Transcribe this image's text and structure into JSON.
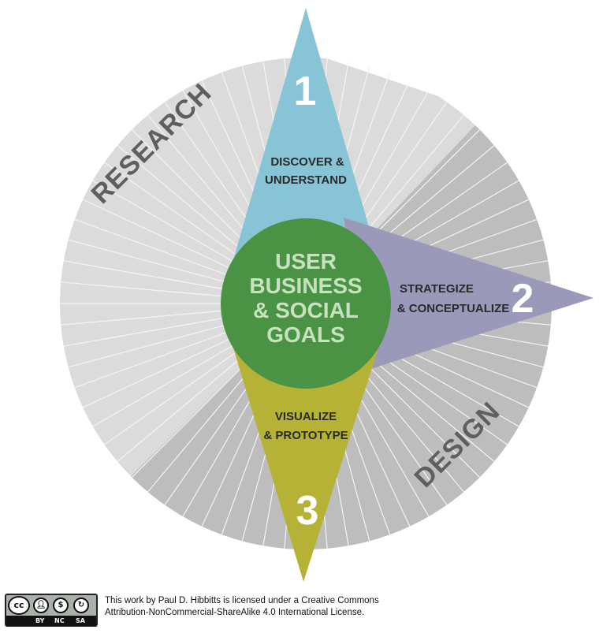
{
  "ring_labels": {
    "research": "RESEARCH",
    "design": "DESIGN"
  },
  "steps": [
    {
      "number": "1",
      "line1": "DISCOVER &",
      "line2": "UNDERSTAND",
      "color": "#86c4d6"
    },
    {
      "number": "2",
      "line1": "STRATEGIZE",
      "line2": "& CONCEPTUALIZE",
      "color": "#9b99b9"
    },
    {
      "number": "3",
      "line1": "VISUALIZE",
      "line2": "& PROTOTYPE",
      "color": "#b5b236"
    }
  ],
  "center": {
    "lines": [
      "USER",
      "BUSINESS",
      "& SOCIAL",
      "GOALS"
    ],
    "color": "#4a9344",
    "text_color": "#c8e2c0"
  },
  "colors": {
    "ring_light": "#dbdbdb",
    "ring_dark": "#bdbdbd",
    "ring_label": "#5f5f5f"
  },
  "license": {
    "badge_labels": [
      "BY",
      "NC",
      "SA"
    ],
    "line1": "This work by Paul D. Hibbitts is licensed under a Creative Commons",
    "line2": "Attribution-NonCommercial-ShareAlike 4.0 International License."
  }
}
